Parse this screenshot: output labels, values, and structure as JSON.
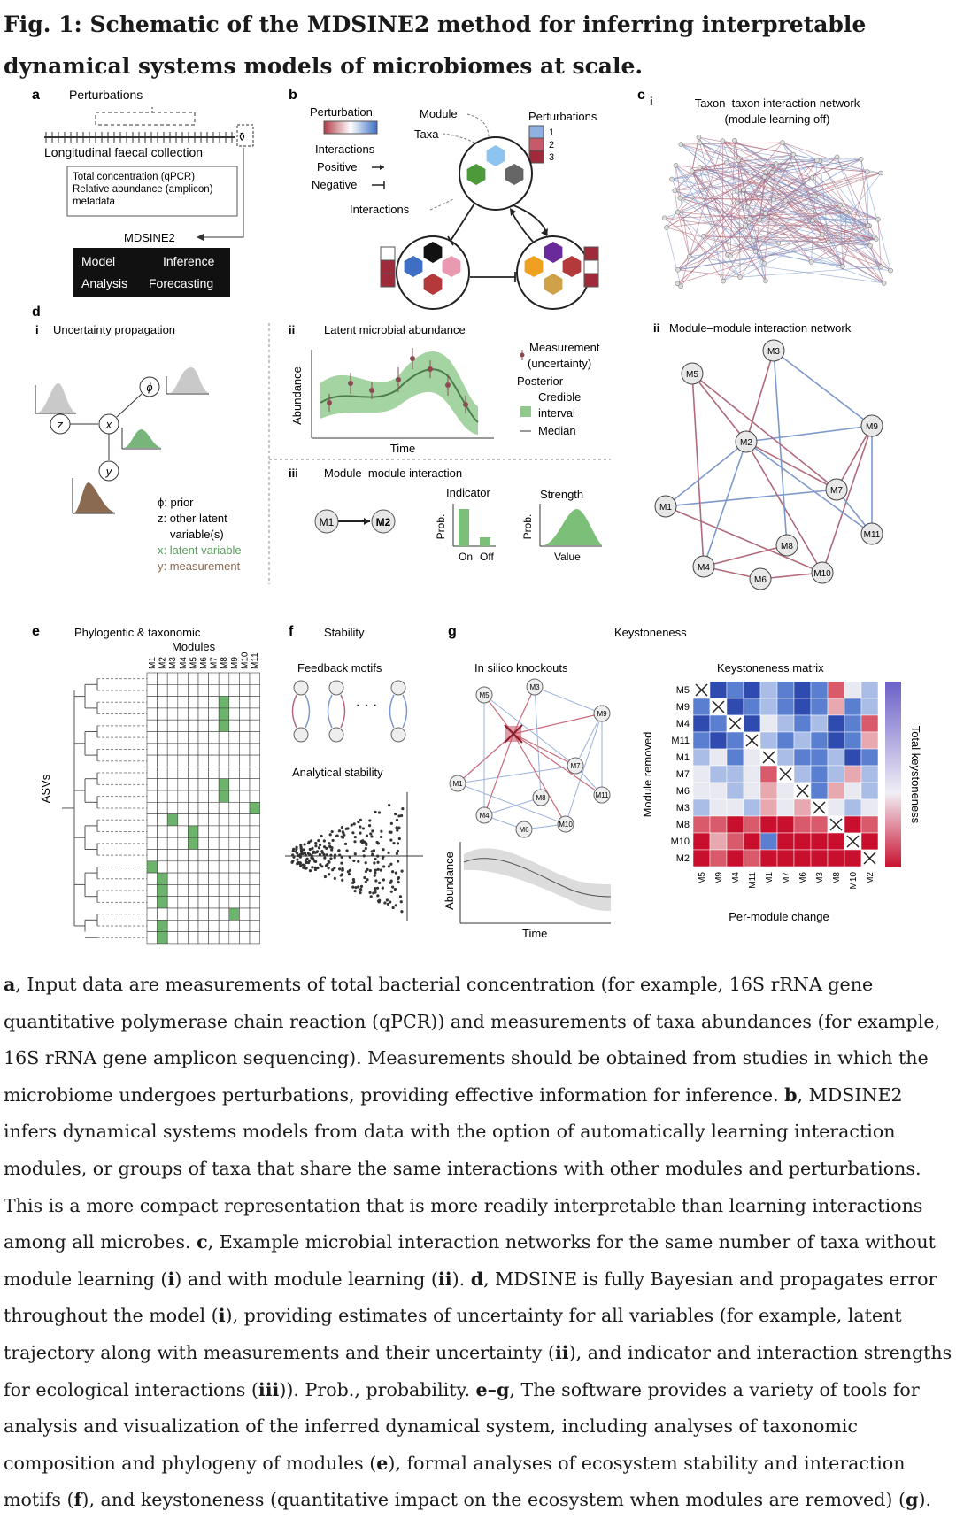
{
  "title": "Fig. 1: Schematic of the MDSINE2 method for inferring interpretable dynamical systems models of microbiomes at scale.",
  "panels": {
    "a": {
      "letter": "a",
      "perturbations": "Perturbations",
      "longitudinal": "Longitudinal faecal collection",
      "box_lines": [
        "Total concentration (qPCR)",
        "Relative abundance (amplicon)",
        "metadata"
      ],
      "mdsine2": "MDSINE2",
      "black_box": [
        "Model",
        "Inference",
        "Analysis",
        "Forecasting"
      ]
    },
    "b": {
      "letter": "b",
      "perturbation": "Perturbation",
      "module": "Module",
      "taxa": "Taxa",
      "perturbations": "Perturbations",
      "perturbation_ids": [
        "1",
        "2",
        "3"
      ],
      "interactions": "Interactions",
      "positive": "Positive",
      "negative": "Negative",
      "interactions_label": "Interactions"
    },
    "c": {
      "letter": "c",
      "i_roman": "i",
      "i_title": [
        "Taxon–taxon interaction network",
        "(module learning off)"
      ],
      "ii_roman": "ii",
      "ii_title": "Module–module interaction network",
      "modules": [
        "M1",
        "M2",
        "M3",
        "M4",
        "M5",
        "M6",
        "M7",
        "M8",
        "M9",
        "M10",
        "M11"
      ]
    },
    "d": {
      "letter": "d",
      "i_roman": "i",
      "i_title": "Uncertainty propagation",
      "nodes": [
        "ϕ",
        "z",
        "x",
        "y"
      ],
      "legend": [
        "ϕ: prior",
        "z: other latent",
        "variable(s)",
        "x: latent variable",
        "y: measurement"
      ],
      "ii_roman": "ii",
      "ii_title": "Latent microbial abundance",
      "abundance": "Abundance",
      "time": "Time",
      "ii_legend": [
        "Measurement",
        "(uncertainty)",
        "Posterior",
        "Credible",
        "interval",
        "Median"
      ],
      "iii_roman": "iii",
      "iii_title": "Module–module interaction",
      "m1": "M1",
      "m2": "M2",
      "indicator": "Indicator",
      "strength": "Strength",
      "prob": "Prob.",
      "on": "On",
      "off": "Off",
      "value": "Value"
    },
    "e": {
      "letter": "e",
      "title": [
        "Phylogentic & taxonomic",
        "Modules"
      ],
      "asvs": "ASVs",
      "columns": [
        "M1",
        "M2",
        "M3",
        "M4",
        "M5",
        "M6",
        "M7",
        "M8",
        "M9",
        "M10",
        "M11"
      ]
    },
    "f": {
      "letter": "f",
      "title": "Stability",
      "feedback": "Feedback motifs",
      "dots": "· · ·",
      "analytical": "Analytical stability"
    },
    "g": {
      "letter": "g",
      "title": "Keystoneness",
      "knockouts": "In silico knockouts",
      "abundance": "Abundance",
      "time": "Time",
      "matrix_title": "Keystoneness matrix",
      "module_removed": "Module removed",
      "total": "Total keystoneness",
      "per_module": "Per-module change",
      "rows": [
        "M5",
        "M9",
        "M4",
        "M11",
        "M1",
        "M7",
        "M6",
        "M3",
        "M8",
        "M10",
        "M2"
      ]
    }
  },
  "caption": [
    {
      "b": "a",
      "t": ", Input data are measurements of total bacterial concentration (for example, 16S rRNA gene quantitative polymerase chain reaction (qPCR)) and measurements of taxa abundances (for example, 16S rRNA gene amplicon sequencing). Measurements should be obtained from studies in which the microbiome undergoes perturbations, providing effective information for inference. "
    },
    {
      "b": "b",
      "t": ", MDSINE2 infers dynamical systems models from data with the option of automatically learning interaction modules, or groups of taxa that share the same interactions with other modules and perturbations. This is a more compact representation that is more readily interpretable than learning interactions among all microbes. "
    },
    {
      "b": "c",
      "t": ", Example microbial interaction networks for the same number of taxa without module learning ("
    },
    {
      "b": "i",
      "t": ") and with module learning ("
    },
    {
      "b": "ii",
      "t": "). "
    },
    {
      "b": "d",
      "t": ", MDSINE is fully Bayesian and propagates error throughout the model ("
    },
    {
      "b": "i",
      "t": "), providing estimates of uncertainty for all variables (for example, latent trajectory along with measurements and their uncertainty ("
    },
    {
      "b": "ii",
      "t": "), and indicator and interaction strengths for ecological interactions ("
    },
    {
      "b": "iii",
      "t": ")). Prob., probability. "
    },
    {
      "b": "e–g",
      "t": ", The software provides a variety of tools for analysis and visualization of the inferred dynamical system, including analyses of taxonomic composition and phylogeny of modules ("
    },
    {
      "b": "e",
      "t": "), formal analyses of ecosystem stability and interaction motifs ("
    },
    {
      "b": "f",
      "t": "), and keystoneness (quantitative impact on the ecosystem when modules are removed) ("
    },
    {
      "b": "g",
      "t": ")."
    }
  ]
}
